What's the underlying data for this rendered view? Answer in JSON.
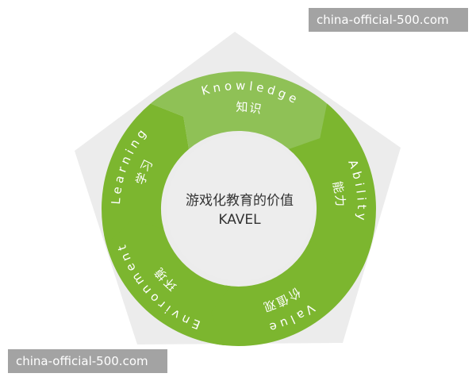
{
  "center": {
    "title_cn": "游戏化教育的价值",
    "title_en": "KAVEL"
  },
  "segments": [
    {
      "en": "Knowledge",
      "cn": "知识",
      "color": "#8fc156"
    },
    {
      "en": "Ability",
      "cn": "能力",
      "color": "#7cb62f"
    },
    {
      "en": "Value",
      "cn": "价值观",
      "color": "#7cb62f"
    },
    {
      "en": "Environment",
      "cn": "环境",
      "color": "#7cb62f"
    },
    {
      "en": "Learning",
      "cn": "学习",
      "color": "#7cb62f"
    }
  ],
  "colors": {
    "pentagon": "#ececec",
    "center_circle": "#ededed",
    "center_text": "#333333",
    "watermark_bg": "#a3a3a3"
  },
  "watermarks": [
    "china-official-500.com",
    "china-official-500.com"
  ]
}
